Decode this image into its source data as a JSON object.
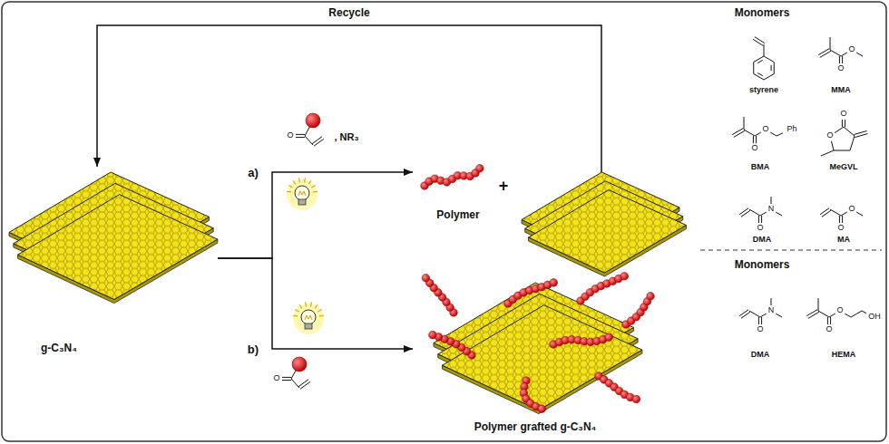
{
  "diagram": {
    "nodes": [
      {
        "text": [
          "g-C₃N₄"
        ]
      },
      {
        "text": [
          "Polymer"
        ]
      },
      {
        "text": [
          "Polymer grafted g-C₃N₄"
        ]
      }
    ],
    "edges": [
      {
        "from": 0,
        "to": 1,
        "arrow": "to",
        "label": "a)"
      },
      {
        "from": 0,
        "to": 2,
        "arrow": "to",
        "label": "b)"
      }
    ],
    "labels": [
      "Recycle",
      "O",
      ", NR₃",
      "+",
      "O",
      "Monomers",
      "styrene",
      "O",
      "O",
      "MMA",
      "O",
      "O",
      "Ph",
      "BMA",
      "O",
      "O",
      "MeGVL",
      "O",
      "N",
      "DMA",
      "O",
      "O",
      "MA",
      "Monomers",
      "O",
      "N",
      "DMA",
      "O",
      "O",
      "OH",
      "HEMA"
    ]
  }
}
